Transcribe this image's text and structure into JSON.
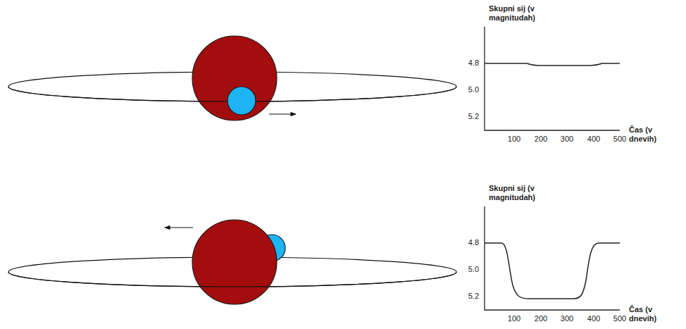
{
  "diagram": {
    "labels": [
      "Skupni sij (v magnitudah)",
      "4.8",
      "5.0",
      "5.2",
      "100",
      "200",
      "300",
      "400",
      "500",
      "Čas (v dnevih)",
      "Skupni sij (v magnitudah)",
      "4.8",
      "5.0",
      "5.2",
      "100",
      "200",
      "300",
      "400",
      "500",
      "Čas (v dnevih)"
    ]
  }
}
